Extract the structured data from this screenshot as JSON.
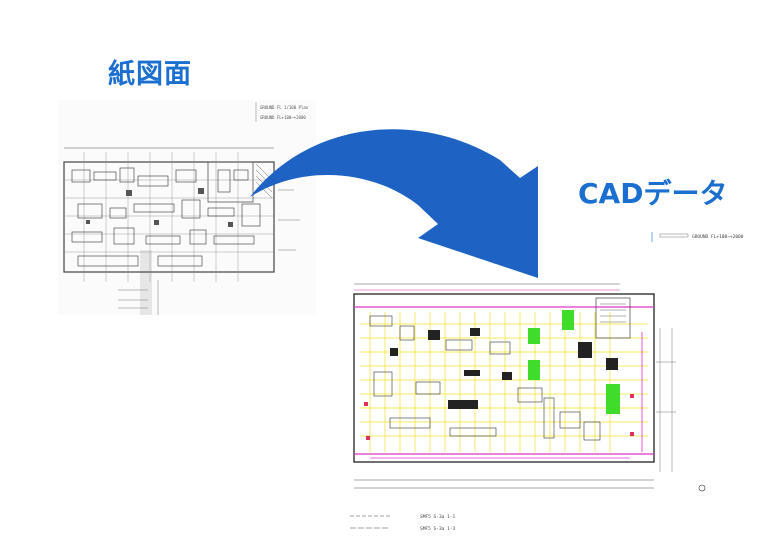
{
  "labels": {
    "paper": "紙図面",
    "cad": "CADデータ"
  },
  "paper_sheet": {
    "note_line_1": "GROUND FL 1/100 Plan",
    "note_line_2": "GROUND FL+100~+2000"
  },
  "cad_sheet": {
    "header_note": "GROUND FL+100~+2000",
    "legend_line_1": "SMF5 S-3a 1-1",
    "legend_line_2": "SMF5 S-3a 1-3"
  },
  "colors": {
    "label_blue": "#1a6fd0",
    "arrow_blue": "#1e63c4",
    "cad_yellow": "#f2e22a",
    "cad_green": "#3fdc2c",
    "cad_magenta": "#e030c8"
  },
  "icons": {
    "arrow": "curved-arrow-right-down"
  }
}
